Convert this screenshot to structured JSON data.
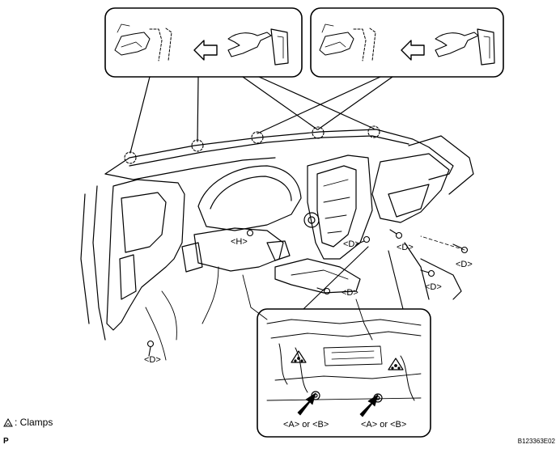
{
  "callouts": {
    "d_labels": [
      "<D>",
      "<D>",
      "<D>",
      "<D>",
      "<D>",
      "<D>"
    ],
    "h_label": "<H>",
    "ab_label_left": "<A> or <B>",
    "ab_label_right": "<A> or <B>"
  },
  "legend": {
    "text": ": Clamps"
  },
  "footer": {
    "corner_mark": "P",
    "figure_id": "B123363E02"
  }
}
